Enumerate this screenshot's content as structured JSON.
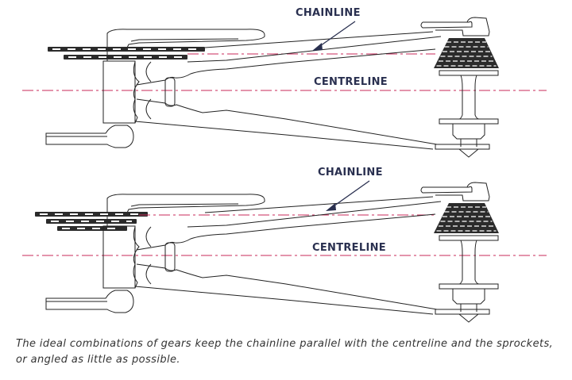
{
  "diagrams": [
    {
      "chainline_label": "CHAINLINE",
      "centreline_label": "CENTRELINE",
      "chainrings": 2
    },
    {
      "chainline_label": "CHAINLINE",
      "centreline_label": "CENTRELINE",
      "chainrings": 3
    }
  ],
  "caption": "The ideal combinations of gears keep the chainline parallel with the centreline and the sprockets, or angled as little as possible.",
  "colors": {
    "line": "#222222",
    "dash": "#c8285a",
    "label": "#2a3050",
    "ring": "#2b2b2b"
  }
}
